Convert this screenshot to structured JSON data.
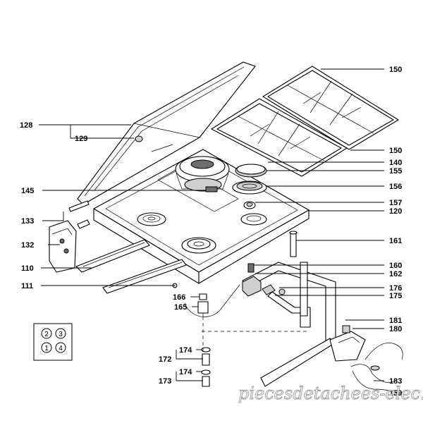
{
  "diagram": {
    "part_numbers": {
      "p150a": "150",
      "p128": "128",
      "p129": "129",
      "p150b": "150",
      "p140": "140",
      "p155": "155",
      "p145": "145",
      "p156": "156",
      "p157": "157",
      "p120": "120",
      "p133": "133",
      "p132": "132",
      "p161": "161",
      "p110": "110",
      "p160": "160",
      "p162": "162",
      "p111": "111",
      "p176": "176",
      "p166": "166",
      "p175": "175",
      "p165": "165",
      "p181": "181",
      "p180": "180",
      "p174a": "174",
      "p172": "172",
      "p174b": "174",
      "p173": "173",
      "p183": "183",
      "p159": "159"
    },
    "burner_key": [
      "2",
      "3",
      "1",
      "4"
    ],
    "watermark": "piecesdetachees-elec.com"
  }
}
